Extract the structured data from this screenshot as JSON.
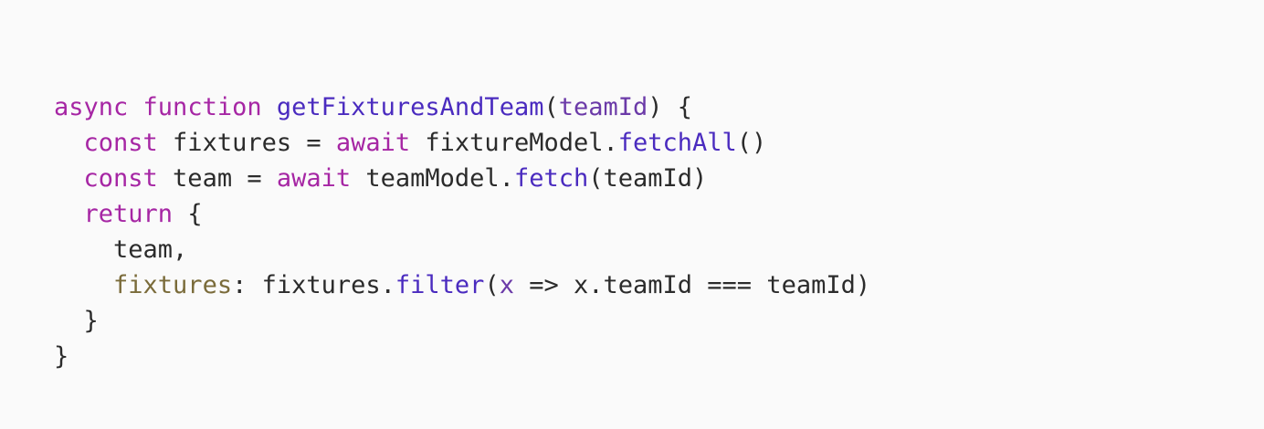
{
  "colors": {
    "background": "#fafafa",
    "plain": "#2b2b2b",
    "keyword": "#a626a4",
    "function": "#4a2bbf",
    "param": "#6b3aa8",
    "property": "#7a6b3a"
  },
  "code": {
    "lines": [
      [
        {
          "text": "async",
          "type": "keyword"
        },
        {
          "text": " ",
          "type": "plain"
        },
        {
          "text": "function",
          "type": "keyword"
        },
        {
          "text": " ",
          "type": "plain"
        },
        {
          "text": "getFixturesAndTeam",
          "type": "function"
        },
        {
          "text": "(",
          "type": "plain"
        },
        {
          "text": "teamId",
          "type": "param"
        },
        {
          "text": ") {",
          "type": "plain"
        }
      ],
      [
        {
          "text": "  ",
          "type": "plain"
        },
        {
          "text": "const",
          "type": "keyword"
        },
        {
          "text": " fixtures = ",
          "type": "plain"
        },
        {
          "text": "await",
          "type": "keyword"
        },
        {
          "text": " fixtureModel.",
          "type": "plain"
        },
        {
          "text": "fetchAll",
          "type": "function"
        },
        {
          "text": "()",
          "type": "plain"
        }
      ],
      [
        {
          "text": "  ",
          "type": "plain"
        },
        {
          "text": "const",
          "type": "keyword"
        },
        {
          "text": " team = ",
          "type": "plain"
        },
        {
          "text": "await",
          "type": "keyword"
        },
        {
          "text": " teamModel.",
          "type": "plain"
        },
        {
          "text": "fetch",
          "type": "function"
        },
        {
          "text": "(teamId)",
          "type": "plain"
        }
      ],
      [
        {
          "text": "  ",
          "type": "plain"
        },
        {
          "text": "return",
          "type": "keyword"
        },
        {
          "text": " {",
          "type": "plain"
        }
      ],
      [
        {
          "text": "    team,",
          "type": "plain"
        }
      ],
      [
        {
          "text": "    ",
          "type": "plain"
        },
        {
          "text": "fixtures",
          "type": "property"
        },
        {
          "text": ": fixtures.",
          "type": "plain"
        },
        {
          "text": "filter",
          "type": "function"
        },
        {
          "text": "(",
          "type": "plain"
        },
        {
          "text": "x",
          "type": "param"
        },
        {
          "text": " => x.teamId === teamId)",
          "type": "plain"
        }
      ],
      [
        {
          "text": "  }",
          "type": "plain"
        }
      ],
      [
        {
          "text": "}",
          "type": "plain"
        }
      ]
    ]
  }
}
